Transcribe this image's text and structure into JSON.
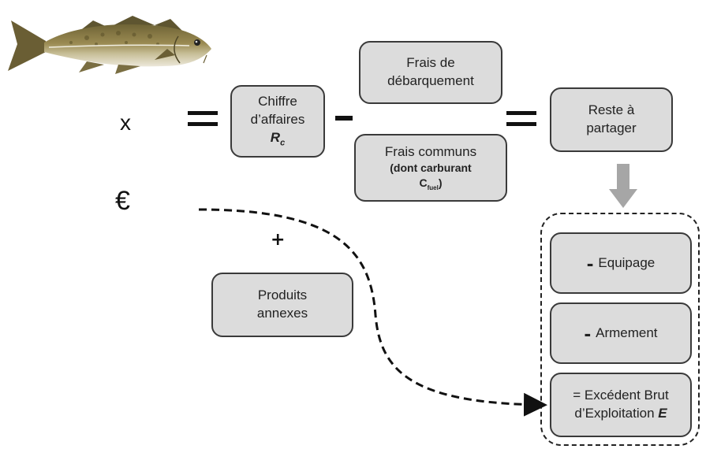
{
  "symbols": {
    "times": "x",
    "euro": "€",
    "equals": "=",
    "minus": "−",
    "plus": "+"
  },
  "boxes": {
    "chiffre": {
      "line1": "Chiffre",
      "line2": "d’affaires",
      "var": "R",
      "sub": "c"
    },
    "frais_debarquement": {
      "line1": "Frais de",
      "line2": "débarquement"
    },
    "frais_communs": {
      "line1": "Frais communs",
      "line2": "(dont carburant",
      "line3": "C",
      "sub": "fuel",
      "close": ")"
    },
    "reste": {
      "line1": "Reste à",
      "line2": "partager"
    },
    "produits": {
      "line1": "Produits",
      "line2": "annexes"
    },
    "equipage": {
      "prefix": "-",
      "label": "Equipage"
    },
    "armement": {
      "prefix": "-",
      "label": "Armement"
    },
    "ebe": {
      "line1": "= Excédent Brut",
      "line2": "d’Exploitation ",
      "var": "E"
    }
  },
  "colors": {
    "box_fill": "#dcdcdc",
    "box_border": "#3a3a3a",
    "arrow_fill": "#a6a6a6",
    "fish_body": "#8a7a4a",
    "fish_belly": "#e8e4d4"
  },
  "icons": {
    "fish": "cod-fish-icon",
    "down_arrow": "down-arrow-icon"
  }
}
